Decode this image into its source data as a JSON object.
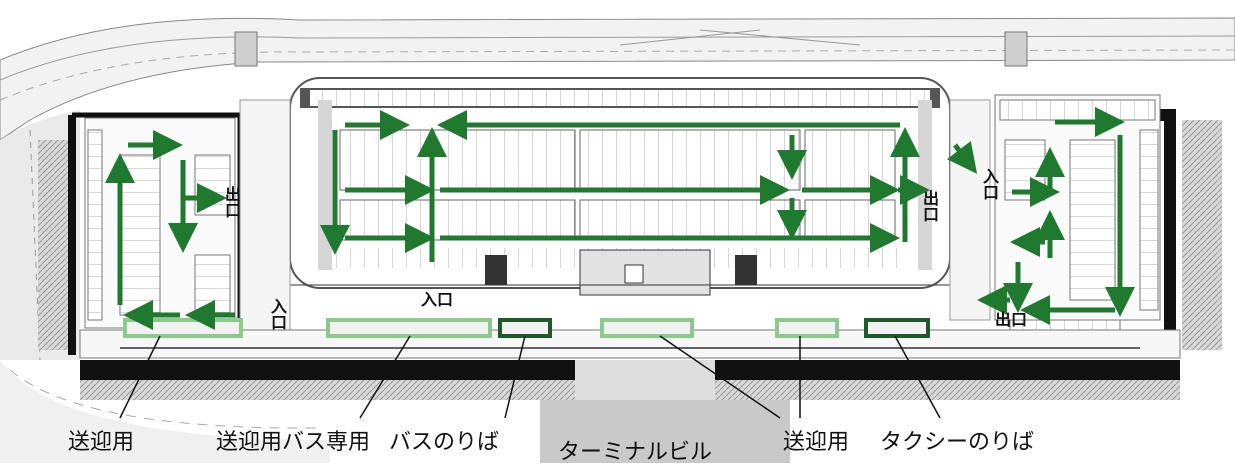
{
  "map": {
    "labels": {
      "pickup_left": "送迎用",
      "pickup_bus_only": "送迎用バス専用",
      "bus_stop": "バスのりば",
      "pickup_right": "送迎用",
      "taxi_stop": "タクシーのりば",
      "terminal": "ターミナルビル"
    },
    "markers": {
      "entrance_bottom": "入口",
      "entrance_right": "入口",
      "exit_left": "出口",
      "exit_mid_right": "出口",
      "exit_far_right": "出口",
      "entrance_left_bottom": "入口"
    },
    "colors": {
      "arrow": "#1f7a2f",
      "zone_light": "#8cc98c",
      "zone_dark": "#1f5a2a"
    }
  }
}
